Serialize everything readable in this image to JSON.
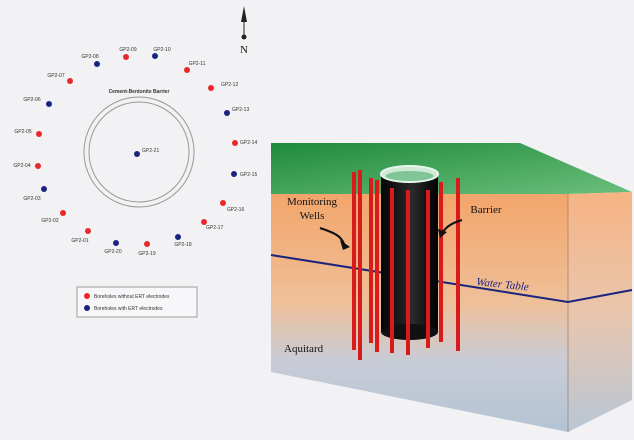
{
  "plan_view": {
    "north_label": "N",
    "barrier_label": "Cement-Bentonite Barrier",
    "center_well": {
      "label": "GP2-21",
      "type": "ert"
    },
    "boreholes": [
      {
        "label": "GP2-08",
        "type": "ert"
      },
      {
        "label": "GP2-09",
        "type": "no_ert"
      },
      {
        "label": "GP2-10",
        "type": "ert"
      },
      {
        "label": "GP2-11",
        "type": "no_ert"
      },
      {
        "label": "GP2-12",
        "type": "no_ert"
      },
      {
        "label": "GP2-13",
        "type": "ert"
      },
      {
        "label": "GP2-14",
        "type": "no_ert"
      },
      {
        "label": "GP2-15",
        "type": "ert"
      },
      {
        "label": "GP2-16",
        "type": "no_ert"
      },
      {
        "label": "GP2-17",
        "type": "no_ert"
      },
      {
        "label": "GP2-18",
        "type": "ert"
      },
      {
        "label": "GP2-19",
        "type": "no_ert"
      },
      {
        "label": "GP2-20",
        "type": "ert"
      },
      {
        "label": "GP2-01",
        "type": "no_ert"
      },
      {
        "label": "GP2-02",
        "type": "no_ert"
      },
      {
        "label": "GP2-03",
        "type": "ert"
      },
      {
        "label": "GP2-04",
        "type": "no_ert"
      },
      {
        "label": "GP2-05",
        "type": "no_ert"
      },
      {
        "label": "GP2-06",
        "type": "ert"
      },
      {
        "label": "GP2-07",
        "type": "no_ert"
      }
    ],
    "legend": {
      "no_ert": "Boreholes without ERT electrodes",
      "ert": "Boreholes with ERT electrodes"
    },
    "colors": {
      "no_ert": "#e8282a",
      "ert": "#1a237e"
    }
  },
  "block_view": {
    "monitoring_wells_line1": "Monitoring",
    "monitoring_wells_line2": "Wells",
    "barrier_label": "Barrier",
    "water_table_label": "Water Table",
    "aquitard_label": "Aquitard",
    "colors": {
      "surface": "#2f9a48",
      "upper": "#f4a970",
      "lower": "#b8c8d8",
      "barrier": "#111111",
      "wells": "#d81b1b",
      "water_table": "#1a237e"
    }
  }
}
